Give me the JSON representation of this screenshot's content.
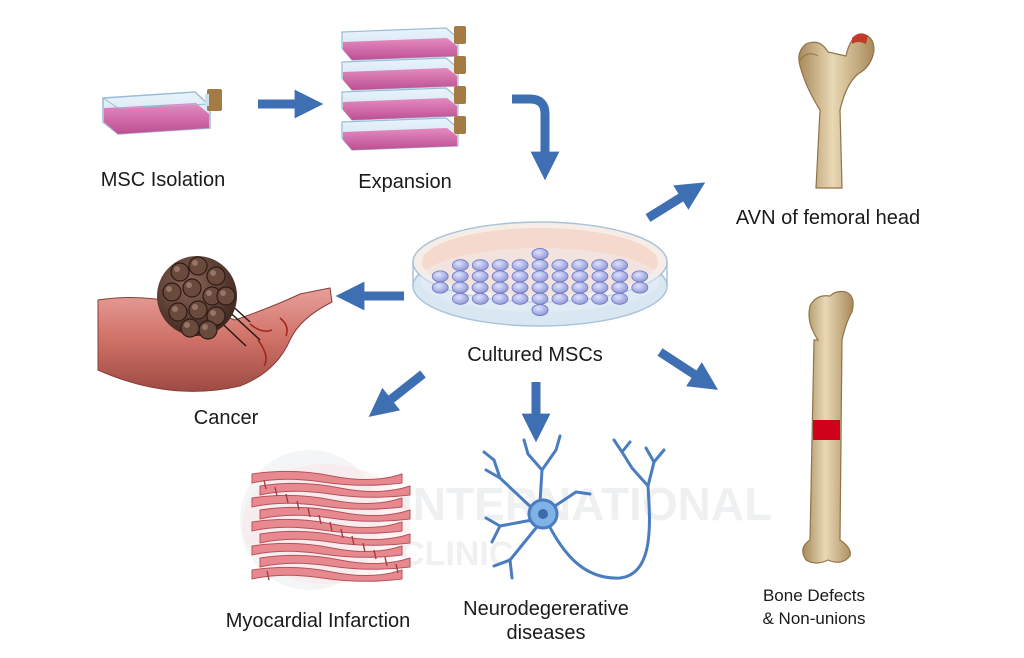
{
  "diagram": {
    "nodes": {
      "isolation": {
        "label": "MSC Isolation",
        "icon": "culture-flask-icon"
      },
      "expansion": {
        "label": "Expansion",
        "icon": "stacked-flasks-icon"
      },
      "cultured": {
        "label": "Cultured MSCs",
        "icon": "petri-dish-icon"
      },
      "avn": {
        "label": "AVN of femoral head",
        "icon": "femoral-head-bone-icon"
      },
      "cancer": {
        "label": "Cancer",
        "icon": "tumor-vessel-icon"
      },
      "myocardial": {
        "label": "Myocardial Infarction",
        "icon": "cardiac-muscle-icon"
      },
      "neuro": {
        "line1": "Neurodegererative",
        "line2": "diseases",
        "icon": "neuron-icon"
      },
      "bone": {
        "line1": "Bone Defects",
        "line2": "& Non-unions",
        "icon": "long-bone-icon"
      }
    },
    "watermark": {
      "line1": "INTERNATIONAL",
      "line2": "CLINIC"
    },
    "colors": {
      "arrow": "#3e6fb3",
      "flask_liquid": "#d46aa8",
      "flask_cap": "#a47a45",
      "dish_cells": "#9ea7e0",
      "bone": "#d8c29a",
      "defect": "#d0021b",
      "tissue": "#e7898e",
      "neuron": "#4a7cc0",
      "tumor": "#5a3a30"
    }
  }
}
